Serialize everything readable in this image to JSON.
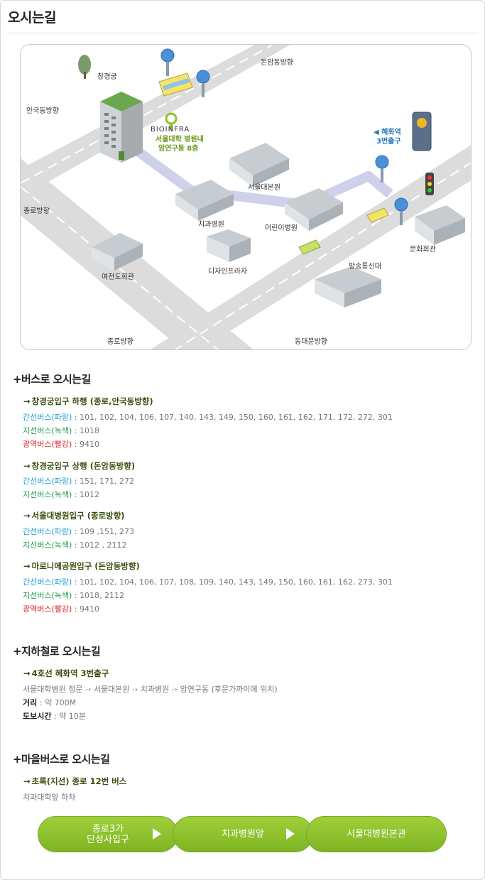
{
  "page": {
    "title": "오시는길"
  },
  "map": {
    "labels": {
      "changgyeonggung": "창경궁",
      "donamdong": "돈암동방향",
      "angukdong": "안국동방향",
      "bioinfra_logo": "BIOINFRA",
      "bioinfra_line1": "서울대학 병원내",
      "bioinfra_line2": "암연구동 8층",
      "hyehwa_line1": "◀ 혜화역",
      "hyehwa_line2": "3번출구",
      "jongno_left": "종로방향",
      "snuh_main": "서울대본원",
      "dental": "치과병원",
      "children": "어린이병원",
      "culture_hall": "문화회관",
      "yeojeon": "여전도회관",
      "design_plaza": "디자인프라자",
      "broadcast": "방송통신대",
      "jongno_bottom": "종로방향",
      "dongdaemun": "동대문방향"
    }
  },
  "bus": {
    "title": "버스로 오시는길",
    "stops": [
      {
        "name": "창경궁입구 하행 (종로,안국동방향)",
        "lines": [
          {
            "label": "간선버스(파랑)",
            "color": "blue",
            "value": " : 101, 102, 104, 106, 107, 140, 143, 149, 150, 160, 161, 162, 171, 172, 272, 301"
          },
          {
            "label": "지선버스(녹색)",
            "color": "green",
            "value": " : 1018"
          },
          {
            "label": "광역버스(빨강)",
            "color": "red",
            "value": " : 9410"
          }
        ]
      },
      {
        "name": "창경궁입구 상행 (돈암동방향)",
        "lines": [
          {
            "label": "간선버스(파랑)",
            "color": "blue",
            "value": " : 151, 171, 272"
          },
          {
            "label": "지선버스(녹색)",
            "color": "green",
            "value": " : 1012"
          }
        ]
      },
      {
        "name": "서울대병원입구 (종로방향)",
        "lines": [
          {
            "label": "간선버스(파랑)",
            "color": "blue",
            "value": " : 109 ,151, 273"
          },
          {
            "label": "지선버스(녹색)",
            "color": "green",
            "value": " : 1012 , 2112"
          }
        ]
      },
      {
        "name": "마로니에공원입구 (돈암동방향)",
        "lines": [
          {
            "label": "간선버스(파랑)",
            "color": "blue",
            "value": " : 101, 102, 104, 106, 107, 108, 109, 140, 143, 149, 150, 160, 161, 162, 273, 301"
          },
          {
            "label": "지선버스(녹색)",
            "color": "green",
            "value": " : 1018, 2112"
          },
          {
            "label": "광역버스(빨강)",
            "color": "red",
            "value": " : 9410"
          }
        ]
      }
    ]
  },
  "subway": {
    "title": "지하철로 오시는길",
    "stop": "4호선 혜화역 3번출구",
    "route": "서울대학병원 정문 -› 서울대본원 -› 치과병원 -› 암연구동 (후문가까이에 위치)",
    "distance_label": "거리",
    "distance_value": " : 약 700M",
    "walk_label": "도보시간",
    "walk_value": " : 약 10분"
  },
  "village_bus": {
    "title": "마을버스로 오시는길",
    "stop": "초록(지선) 종로 12번 버스",
    "note": "치과대학앞 하차"
  },
  "route_steps": {
    "step1_line1": "종로3가",
    "step1_line2": "단성사입구",
    "step2": "치과병원앞",
    "step3": "서울대병원본관"
  },
  "colors": {
    "bus_blue": "#1b9ad6",
    "bus_green": "#1b9a4a",
    "bus_red": "#e0252b",
    "button_green": "#8cc232"
  }
}
